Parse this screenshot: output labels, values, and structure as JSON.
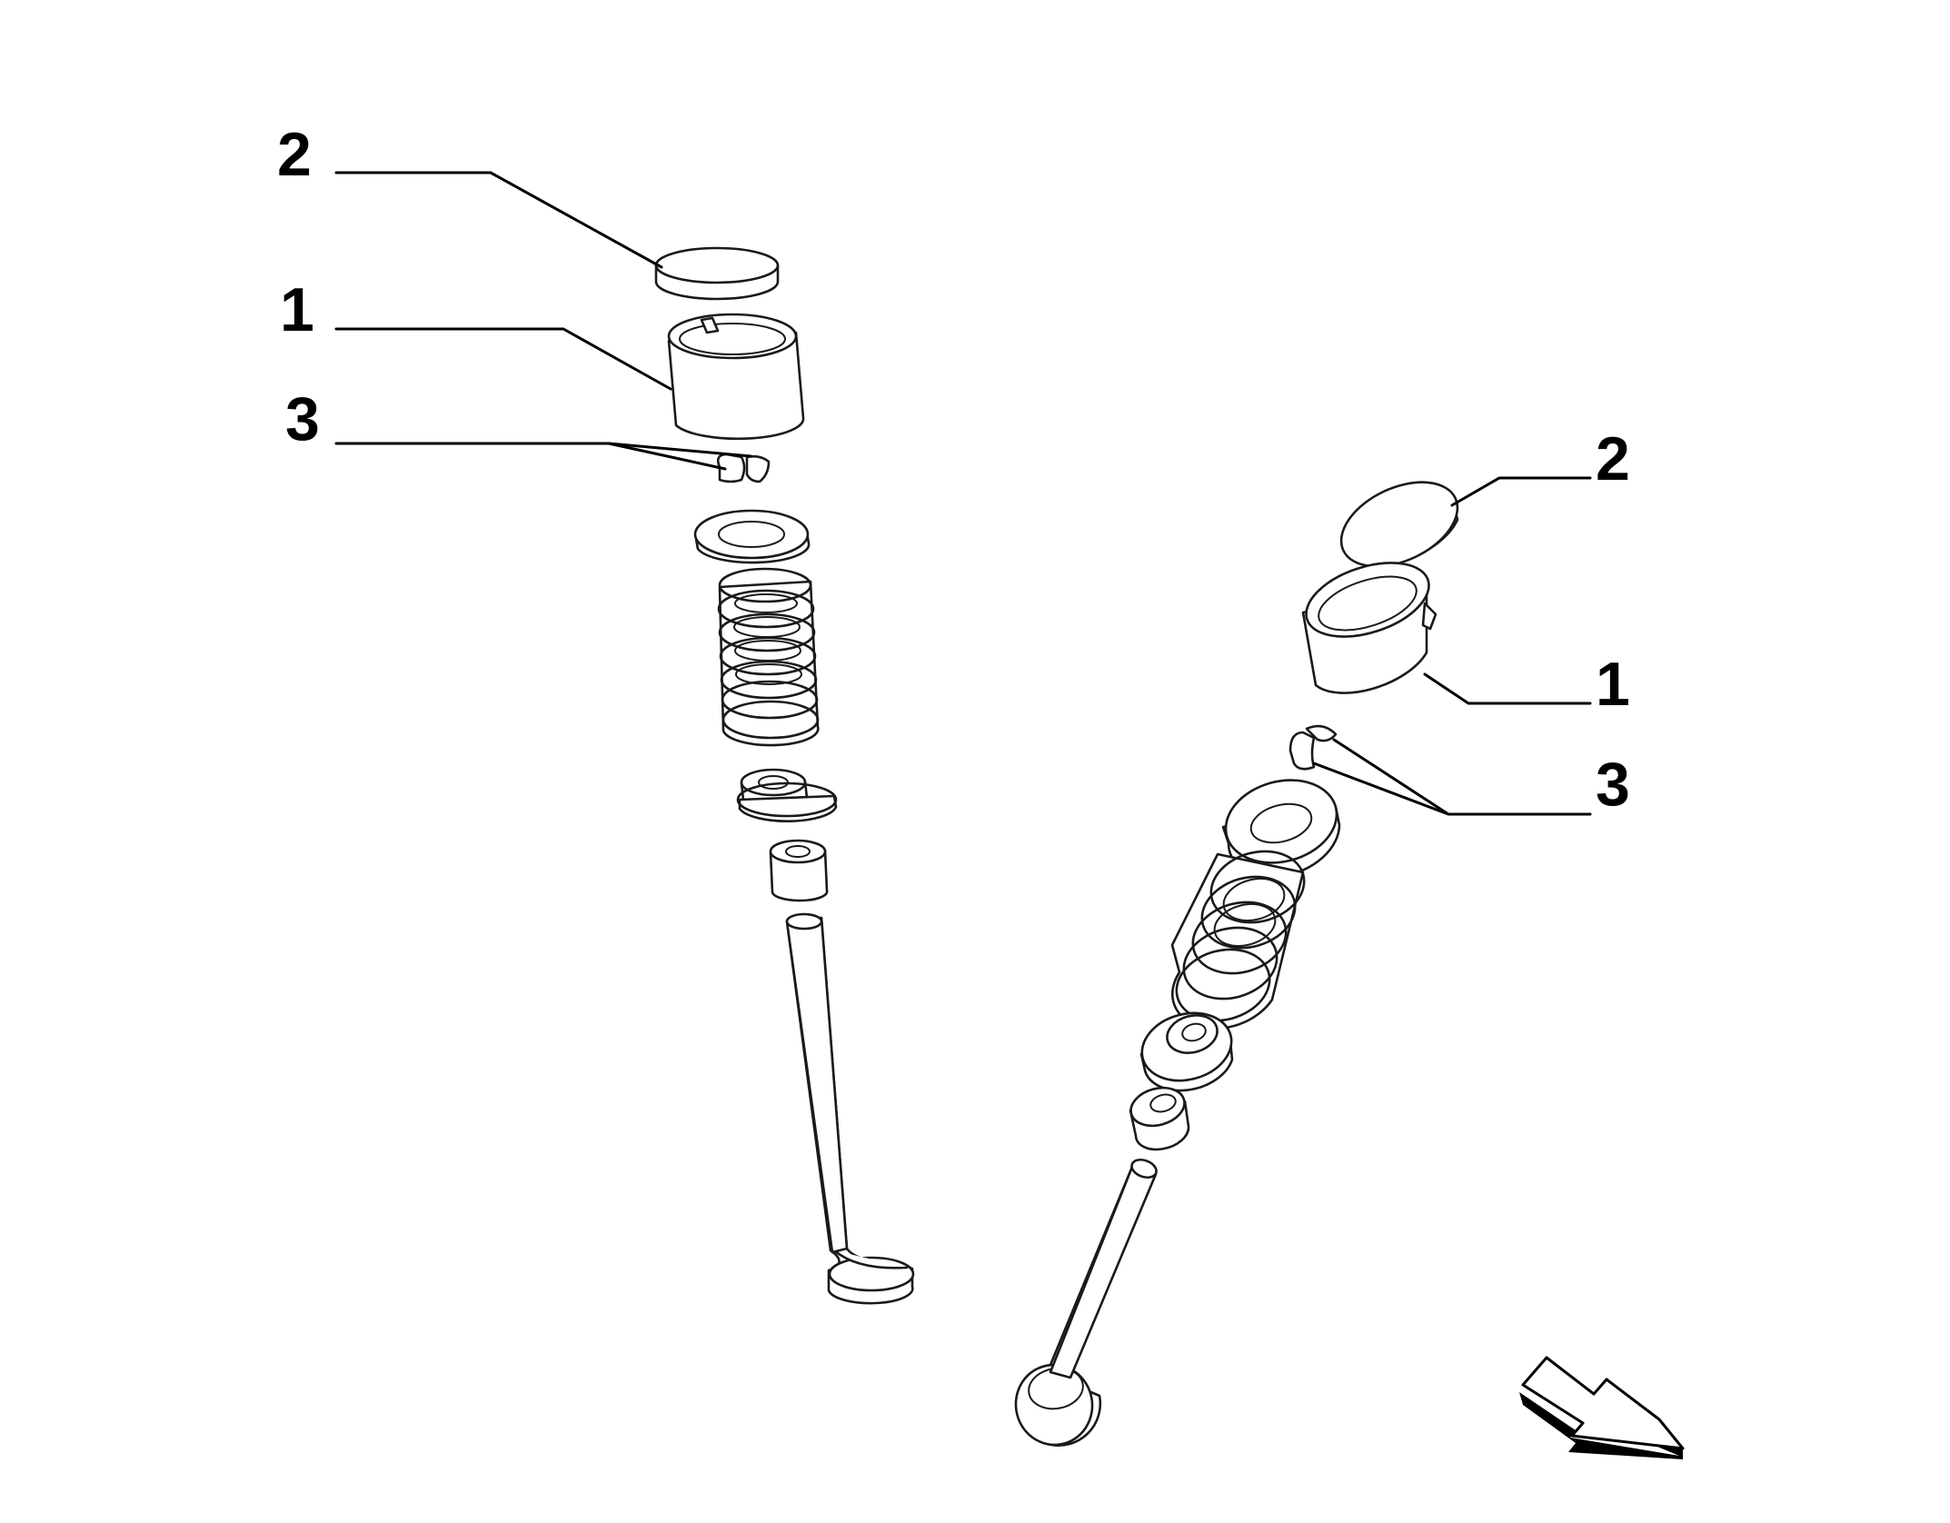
{
  "callouts": {
    "left_bucket_tappet": "1",
    "left_shim": "2",
    "left_valve_cotters": "3",
    "right_shim": "2",
    "right_bucket_tappet": "1",
    "right_valve_cotters": "3"
  },
  "colors": {
    "line": "#1a1a1a",
    "background": "#ffffff"
  },
  "icons": {
    "direction_arrow": "direction-arrow-icon"
  }
}
